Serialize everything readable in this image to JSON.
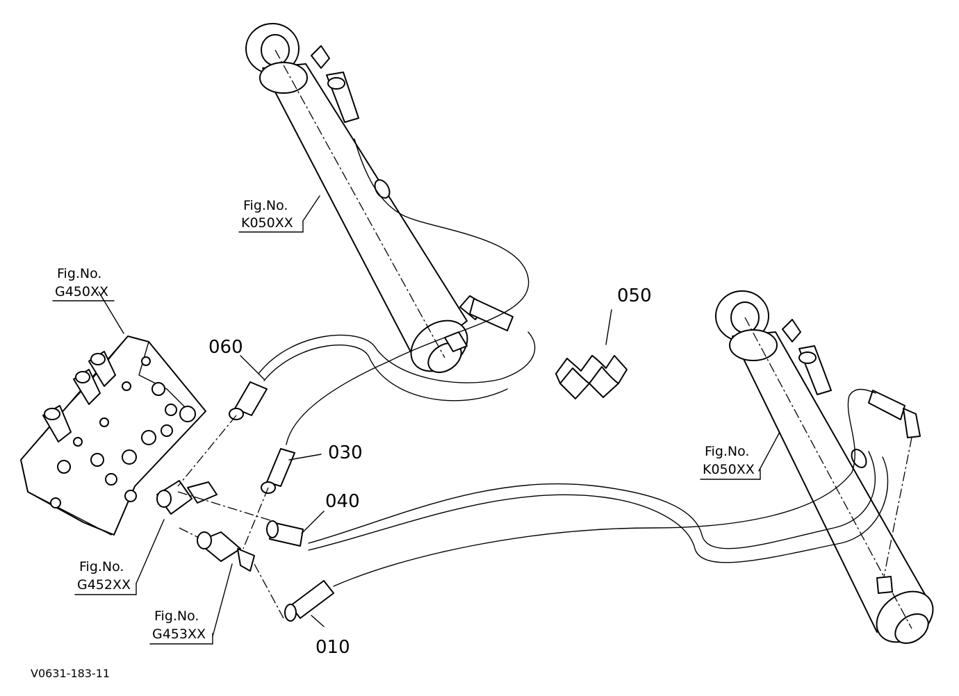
{
  "parts": {
    "p010": "010",
    "p030": "030",
    "p040": "040",
    "p050": "050",
    "p060": "060"
  },
  "figure_refs": {
    "cylinder_top": {
      "line1": "Fig.No.",
      "line2": "K050XX"
    },
    "cylinder_right": {
      "line1": "Fig.No.",
      "line2": "K050XX"
    },
    "valve": {
      "line1": "Fig.No.",
      "line2": "G450XX"
    },
    "fitting_a": {
      "line1": "Fig.No.",
      "line2": "G452XX"
    },
    "fitting_b": {
      "line1": "Fig.No.",
      "line2": "G453XX"
    }
  },
  "drawing_code": "V0631-183-11"
}
